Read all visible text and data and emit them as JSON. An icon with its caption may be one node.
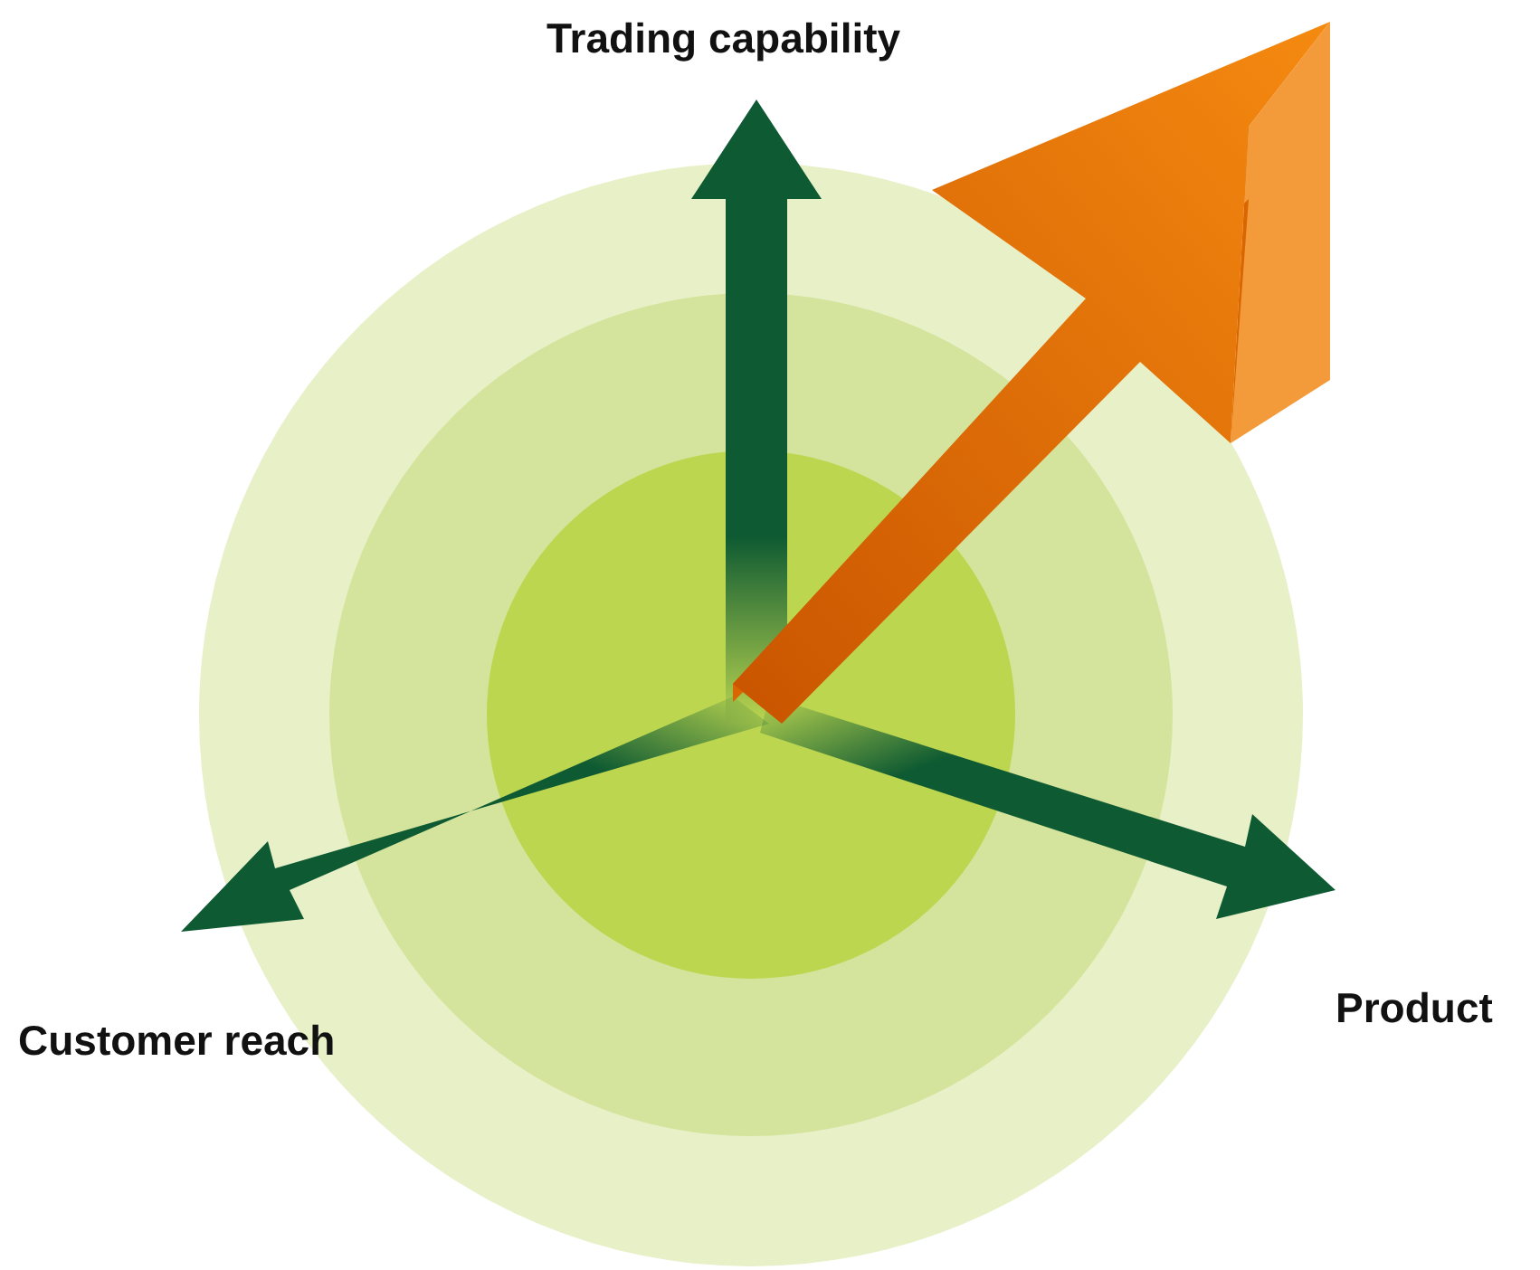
{
  "diagram": {
    "labels": [
      "Trading capability",
      "Customer reach",
      "Product"
    ]
  }
}
